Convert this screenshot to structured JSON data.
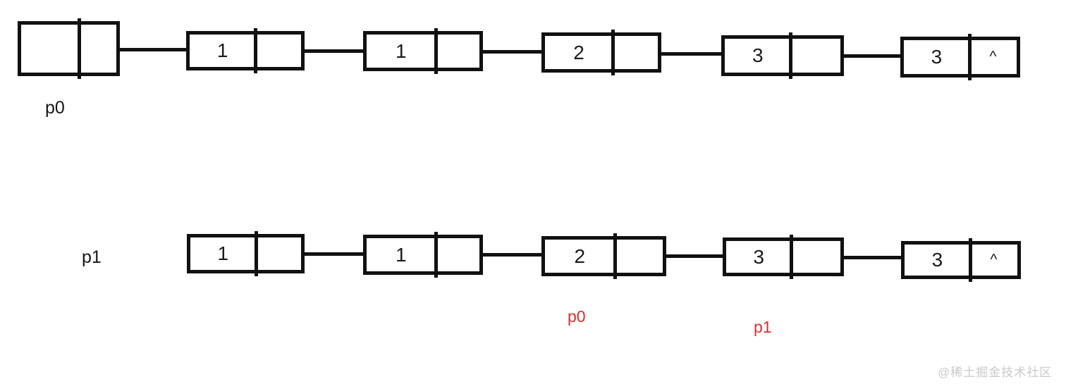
{
  "top_list": {
    "label": "p0",
    "head": {
      "value": "",
      "next": ""
    },
    "nodes": [
      {
        "value": "1",
        "next": ""
      },
      {
        "value": "1",
        "next": ""
      },
      {
        "value": "2",
        "next": ""
      },
      {
        "value": "3",
        "next": ""
      },
      {
        "value": "3",
        "next": "^"
      }
    ]
  },
  "bottom_list": {
    "label": "p1",
    "nodes": [
      {
        "value": "1",
        "next": ""
      },
      {
        "value": "1",
        "next": ""
      },
      {
        "value": "2",
        "next": ""
      },
      {
        "value": "3",
        "next": ""
      },
      {
        "value": "3",
        "next": "^"
      }
    ],
    "pointer_p0": "p0",
    "pointer_p1": "p1"
  },
  "watermark": "@稀土掘金技术社区",
  "colors": {
    "stroke": "#111111",
    "pointer_red": "#e12c2c",
    "watermark_gray": "#c9c9c9"
  }
}
